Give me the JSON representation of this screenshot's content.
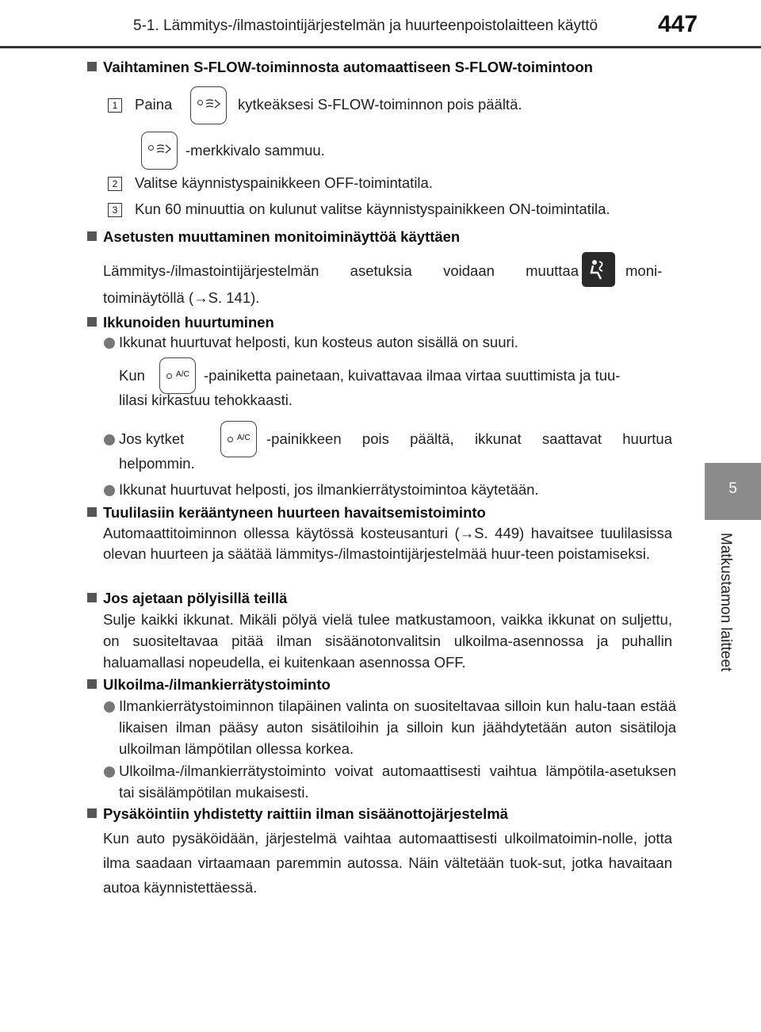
{
  "header": {
    "title": "5-1. Lämmitys-/ilmastointijärjestelmän ja huurteenpoistolaitteen käyttö",
    "page_number": "447"
  },
  "side_tab": {
    "number": "5",
    "label": "Matkustamon laitteet"
  },
  "sections": {
    "s1": {
      "heading": "Vaihtaminen S-FLOW-toiminnosta automaattiseen S-FLOW-toimintoon",
      "step1_num": "1",
      "step1_a": "Paina",
      "step1_b": "kytkeäksesi S-FLOW-toiminnon pois päältä.",
      "step1_c": "-merkkivalo sammuu.",
      "step2_num": "2",
      "step2": "Valitse käynnistyspainikkeen OFF-toimintatila.",
      "step3_num": "3",
      "step3": "Kun 60 minuuttia on kulunut valitse käynnistyspainikkeen ON-toimintatila."
    },
    "s2": {
      "heading": "Asetusten muuttaminen monitoiminäyttöä käyttäen",
      "line1": "Lämmitys-/ilmastointijärjestelmän asetuksia voidaan muuttaa",
      "line1_end": "moni-",
      "line2": "toiminäytöllä (→S. 141)."
    },
    "s3": {
      "heading": "Ikkunoiden huurtuminen",
      "b1": "Ikkunat huurtuvat helposti, kun kosteus auton sisällä on suuri.",
      "b1_kun": "Kun",
      "b1_rest": "-painiketta painetaan, kuivattavaa ilmaa virtaa suuttimista ja tuu-",
      "b1_rest2": "lilasi kirkastuu tehokkaasti.",
      "b2_a": "Jos kytket",
      "b2_b": "-painikkeen pois päältä, ikkunat saattavat huurtua",
      "b2_c": "helpommin.",
      "b3": "Ikkunat huurtuvat helposti, jos ilmankierrätystoimintoa käytetään."
    },
    "s4": {
      "heading": "Tuulilasiin kerääntyneen huurteen havaitsemistoiminto",
      "text": "Automaattitoiminnon ollessa käytössä kosteusanturi (→S. 449) havaitsee tuulilasissa olevan huurteen ja säätää lämmitys-/ilmastointijärjestelmää huur-teen poistamiseksi."
    },
    "s5": {
      "heading": "Jos ajetaan pölyisillä teillä",
      "text": "Sulje kaikki ikkunat. Mikäli pölyä vielä tulee matkustamoon, vaikka ikkunat on suljettu, on suositeltavaa pitää ilman sisäänotonvalitsin ulkoilma-asennossa ja puhallin haluamallasi nopeudella, ei kuitenkaan asennossa OFF."
    },
    "s6": {
      "heading": "Ulkoilma-/ilmankierrätystoiminto",
      "b1": "Ilmankierrätystoiminnon tilapäinen valinta on suositeltavaa silloin kun halu-taan estää likaisen ilman pääsy auton sisätiloihin ja silloin kun jäähdytetään auton sisätiloja ulkoilman lämpötilan ollessa korkea.",
      "b2": "Ulkoilma-/ilmankierrätystoiminto voivat automaattisesti vaihtua lämpötila-asetuksen tai sisälämpötilan mukaisesti."
    },
    "s7": {
      "heading": "Pysäköintiin yhdistetty raittiin ilman sisäänottojärjestelmä",
      "text": "Kun auto pysäköidään, järjestelmä vaihtaa automaattisesti ulkoilmatoimin-nolle, jotta ilma saadaan virtaamaan paremmin autossa. Näin vältetään tuok-sut, jotka havaitaan autoa käynnistettäessä."
    }
  },
  "button_labels": {
    "ac": "A/C"
  },
  "icons": {
    "sflow_button": "sflow-button-icon",
    "climate_display": "climate-display-icon",
    "ac_button": "ac-button-icon",
    "bullet": "bullet-dot-icon",
    "heading_marker": "square-marker-icon"
  },
  "colors": {
    "tab": "#8c8c8c",
    "text": "#222222",
    "bullet": "#777777"
  }
}
